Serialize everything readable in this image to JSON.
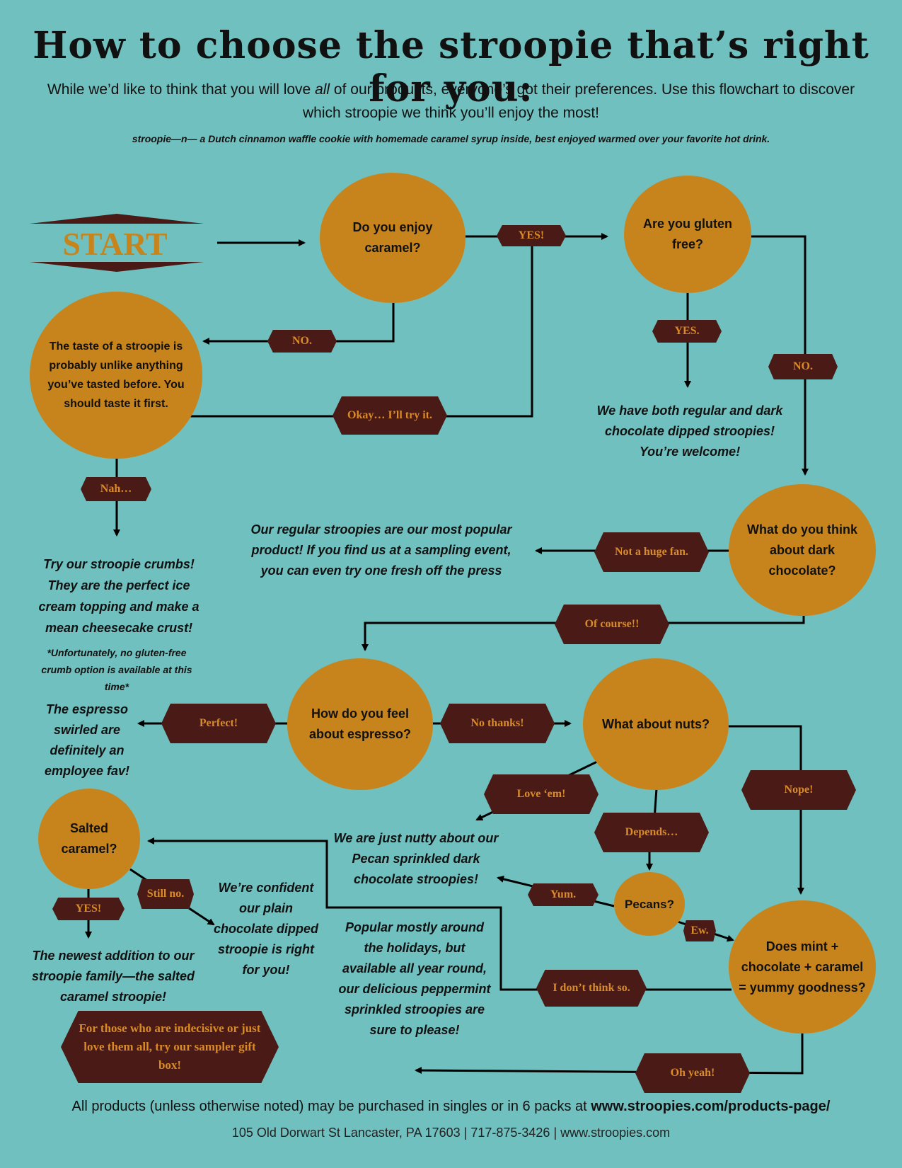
{
  "colors": {
    "background": "#6fc0be",
    "node_fill": "#c8841c",
    "label_fill": "#4a1a16",
    "label_text": "#d98b28",
    "line": "#000000"
  },
  "header": {
    "title": "How to choose the stroopie that’s right for you:",
    "subtitle_before_italic": "While we’d like to think that you will love ",
    "subtitle_italic": "all",
    "subtitle_after_italic": " of our products, everyone’s got their preferences.  Use this flowchart to discover which stroopie we think you’ll enjoy the most!",
    "definition": "stroopie—n— a Dutch cinnamon waffle cookie with homemade caramel syrup inside, best enjoyed warmed over your favorite hot drink."
  },
  "start": {
    "label": "START"
  },
  "nodes": {
    "enjoy_caramel": "Do you enjoy caramel?",
    "gluten_free": "Are you gluten free?",
    "taste_first": "The taste of a stroopie is probably unlike anything you’ve tasted before.  You should taste it first.",
    "dark_chocolate": "What do you think about dark chocolate?",
    "espresso": "How do you feel about espresso?",
    "nuts": "What about nuts?",
    "salted_caramel": "Salted caramel?",
    "pecans": "Pecans?",
    "mint": "Does mint + chocolate + caramel = yummy goodness?"
  },
  "labels": {
    "yes1": "YES!",
    "no1": "NO.",
    "okay": "Okay… I’ll try it.",
    "yes_gluten": "YES.",
    "no_gluten": "NO.",
    "nah": "Nah…",
    "not_huge_fan": "Not a huge fan.",
    "of_course": "Of course!!",
    "perfect": "Perfect!",
    "no_thanks": "No thanks!",
    "love_em": "Love ‘em!",
    "depends": "Depends…",
    "nope": "Nope!",
    "still_no": "Still no.",
    "yes_salted": "YES!",
    "yum": "Yum.",
    "ew": "Ew.",
    "dont_think": "I don’t think so.",
    "oh_yeah": "Oh yeah!",
    "sampler": "For those who are indecisive or just love them all, try our sampler gift box!"
  },
  "results": {
    "gluten_free_result": "We have both regular and dark chocolate dipped stroopies! You’re welcome!",
    "crumbs": "Try our stroopie crumbs!  They are the perfect ice cream topping and make a mean cheesecake crust!",
    "crumbs_note": "*Unfortunately, no gluten-free crumb option is available at this time*",
    "regular": "Our regular stroopies are our most popular product!  If you find us at a sampling event, you can even try one fresh off the press",
    "espresso_result": "The espresso swirled are definitely an employee fav!",
    "pecan_result": "We are just nutty about our Pecan sprinkled dark chocolate stroopies!",
    "plain_choc": "We’re confident our plain chocolate dipped stroopie is right for you!",
    "salted_result": "The newest addition to our stroopie family—the salted caramel stroopie!",
    "peppermint": "Popular mostly around the holidays, but available all year round, our delicious peppermint sprinkled stroopies are sure to please!"
  },
  "footer": {
    "line1_text": "All products (unless otherwise noted) may be purchased in singles or in 6 packs at ",
    "line1_link": "www.stroopies.com/products-page/",
    "line2": "105 Old Dorwart St Lancaster, PA 17603  |  717-875-3426  | www.stroopies.com"
  }
}
